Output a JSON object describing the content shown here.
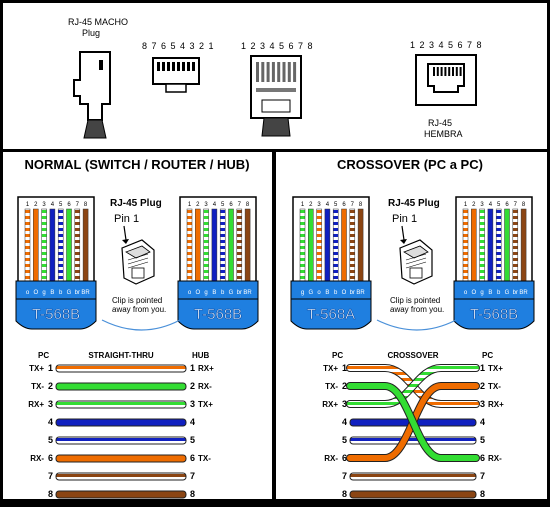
{
  "colors": {
    "border": "#000000",
    "panel": "#ffffff",
    "jack_blue": "#1f7fe0",
    "jack_blue_dark": "#0c4fa8",
    "wire_orange": "#ef6c00",
    "wire_green": "#33dd33",
    "wire_blue": "#1020c0",
    "wire_brown": "#8b4513",
    "white": "#ffffff"
  },
  "top": {
    "male_title_1": "RJ-45 MACHO",
    "male_title_2": "Plug",
    "plug_pins_desc": "8 7 6 5 4 3 2 1",
    "plug_pins_asc": "1 2 3 4 5 6 7 8",
    "jack_pins": "1 2 3 4 5 6 7 8",
    "female_title_1": "RJ-45",
    "female_title_2": "HEMBRA"
  },
  "left": {
    "title": "NORMAL (SWITCH / ROUTER / HUB)",
    "jack_a_label": "T-568B",
    "jack_b_label": "T-568B",
    "jack_a_colors": [
      "wo",
      "o",
      "wg",
      "b",
      "wb",
      "g",
      "wbr",
      "br"
    ],
    "jack_b_colors": [
      "wo",
      "o",
      "wg",
      "b",
      "wb",
      "g",
      "wbr",
      "br"
    ],
    "pin_numbers": [
      "1",
      "2",
      "3",
      "4",
      "5",
      "6",
      "7",
      "8"
    ],
    "code_a": [
      "o",
      "O",
      "g",
      "B",
      "b",
      "G",
      "br",
      "BR"
    ],
    "code_b": [
      "o",
      "O",
      "g",
      "B",
      "b",
      "G",
      "br",
      "BR"
    ],
    "plug_title": "RJ-45 Plug",
    "pin1_label": "Pin 1",
    "clip_note_1": "Clip is pointed",
    "clip_note_2": "away from you.",
    "header_left": "PC",
    "header_mid": "STRAIGHT-THRU",
    "header_right": "HUB",
    "rows": [
      {
        "l": "TX+",
        "ln": "1",
        "r": "1",
        "rl": "RX+",
        "color": "wo"
      },
      {
        "l": "TX-",
        "ln": "2",
        "r": "2",
        "rl": "RX-",
        "color": "g"
      },
      {
        "l": "RX+",
        "ln": "3",
        "r": "3",
        "rl": "TX+",
        "color": "wg"
      },
      {
        "l": "",
        "ln": "4",
        "r": "4",
        "rl": "",
        "color": "b"
      },
      {
        "l": "",
        "ln": "5",
        "r": "5",
        "rl": "",
        "color": "wb"
      },
      {
        "l": "RX-",
        "ln": "6",
        "r": "6",
        "rl": "TX-",
        "color": "o"
      },
      {
        "l": "",
        "ln": "7",
        "r": "7",
        "rl": "",
        "color": "wbr"
      },
      {
        "l": "",
        "ln": "8",
        "r": "8",
        "rl": "",
        "color": "br"
      }
    ]
  },
  "right": {
    "title": "CROSSOVER (PC a PC)",
    "jack_a_label": "T-568A",
    "jack_b_label": "T-568B",
    "jack_a_colors": [
      "wg",
      "g",
      "wo",
      "b",
      "wb",
      "o",
      "wbr",
      "br"
    ],
    "jack_b_colors": [
      "wo",
      "o",
      "wg",
      "b",
      "wb",
      "g",
      "wbr",
      "br"
    ],
    "pin_numbers": [
      "1",
      "2",
      "3",
      "4",
      "5",
      "6",
      "7",
      "8"
    ],
    "code_a": [
      "g",
      "G",
      "o",
      "B",
      "b",
      "O",
      "br",
      "BR"
    ],
    "code_b": [
      "o",
      "O",
      "g",
      "B",
      "b",
      "G",
      "br",
      "BR"
    ],
    "plug_title": "RJ-45 Plug",
    "pin1_label": "Pin 1",
    "clip_note_1": "Clip is pointed",
    "clip_note_2": "away from you.",
    "header_left": "PC",
    "header_mid": "CROSSOVER",
    "header_right": "PC",
    "rows": [
      {
        "l": "TX+",
        "ln": "1",
        "r": "1",
        "rl": "TX+"
      },
      {
        "l": "TX-",
        "ln": "2",
        "r": "2",
        "rl": "TX-"
      },
      {
        "l": "RX+",
        "ln": "3",
        "r": "3",
        "rl": "RX+"
      },
      {
        "l": "",
        "ln": "4",
        "r": "4",
        "rl": ""
      },
      {
        "l": "",
        "ln": "5",
        "r": "5",
        "rl": ""
      },
      {
        "l": "RX-",
        "ln": "6",
        "r": "6",
        "rl": "RX-"
      },
      {
        "l": "",
        "ln": "7",
        "r": "7",
        "rl": ""
      },
      {
        "l": "",
        "ln": "8",
        "r": "8",
        "rl": ""
      }
    ]
  }
}
